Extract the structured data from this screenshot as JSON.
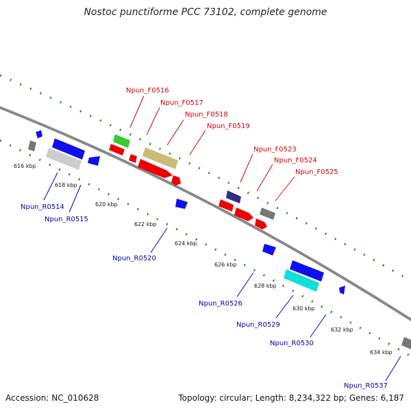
{
  "title": "Nostoc punctiforme PCC 73102, complete genome",
  "footer": {
    "accession": "Accession: NC_010628",
    "topology": "Topology: circular; Length: 8,234,322 bp; Genes: 6,187"
  },
  "kbp_labels": [
    "616 kbp",
    "618 kbp",
    "620 kbp",
    "622 kbp",
    "624 kbp",
    "626 kbp",
    "628 kbp",
    "630 kbp",
    "632 kbp",
    "634 kbp"
  ],
  "forward_labels": [
    "Npun_F0516",
    "Npun_F0517",
    "Npun_F0518",
    "Npun_F0519",
    "Npun_F0523",
    "Npun_F0524",
    "Npun_F0525"
  ],
  "reverse_labels": [
    "Npun_R0514",
    "Npun_R0515",
    "Npun_R0520",
    "Npun_R0526",
    "Npun_R0529",
    "Npun_R0530",
    "Npun_R0537"
  ],
  "colors": {
    "blue": "#1010ee",
    "red": "#ee0000",
    "green": "#33cc33",
    "khaki": "#c8bd78",
    "gray": "#777777",
    "lightgray": "#cccccc",
    "cyan": "#11dddd",
    "navy": "#303080",
    "tick": "#228822",
    "backbone": "#888888"
  }
}
